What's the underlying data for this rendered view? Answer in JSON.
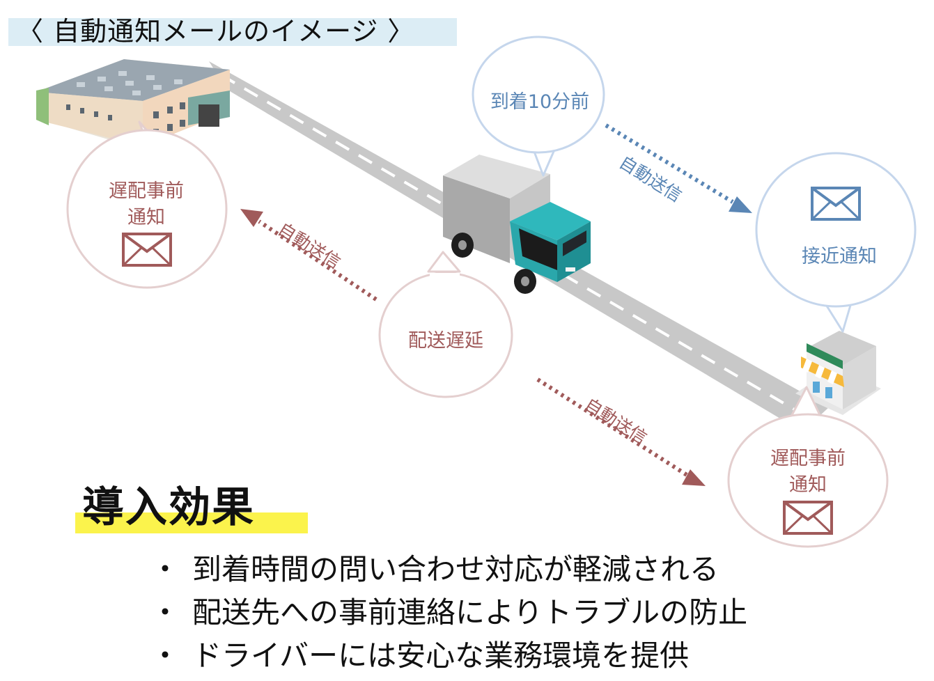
{
  "title": "〈 自動通知メールのイメージ 〉",
  "bubbles": {
    "warehouse_delay_notice": [
      "遅配事前",
      "通知"
    ],
    "arrival_10min": "到着10分前",
    "delivery_delay": "配送遅延",
    "approach_notice": "接近通知",
    "shop_delay_notice": [
      "遅配事前",
      "通知"
    ]
  },
  "arrows": {
    "to_warehouse": "自動送信",
    "to_shop_blue": "自動送信",
    "to_shop_red": "自動送信"
  },
  "effects": {
    "heading": "導入効果",
    "bullet": "・",
    "items": [
      "到着時間の問い合わせ対応が軽減される",
      "配送先への事前連絡によりトラブルの防止",
      "ドライバーには安心な業務環境を提供"
    ]
  },
  "icons": [
    "envelope-icon",
    "warehouse-icon",
    "truck-icon",
    "shop-icon"
  ],
  "colors": {
    "delay_red": "#a05a5a",
    "approach_blue": "#5a86b5",
    "highlight_yellow": "#fbf34c",
    "title_band": "#dcedf5"
  }
}
